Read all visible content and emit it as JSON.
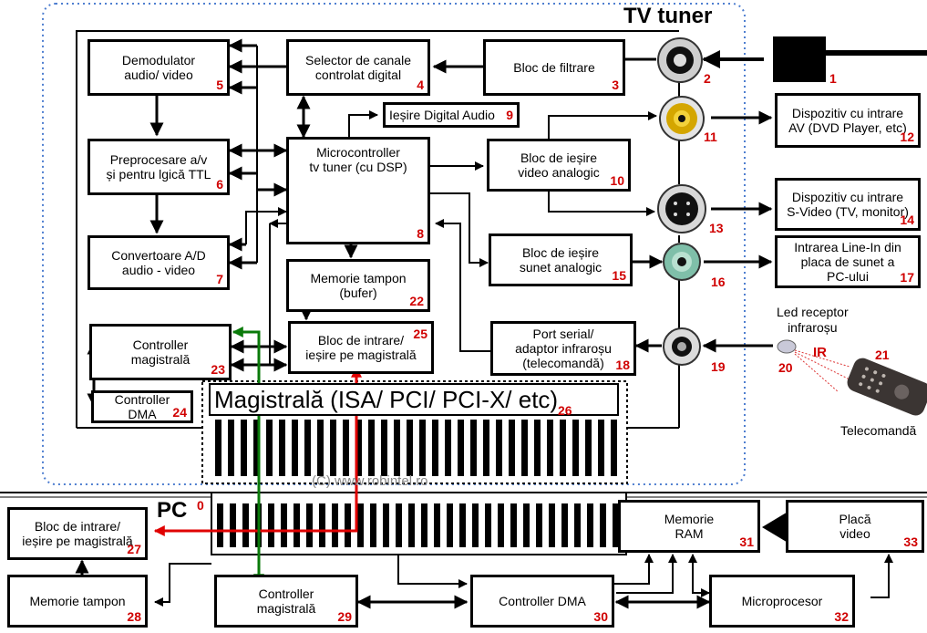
{
  "tv_title": "TV tuner",
  "pc_title": "PC",
  "pc_number": "0",
  "copyright": "(C) www.robintel.ro",
  "bus_label": "Magistrală (ISA/ PCI/ PCI-X/ etc)",
  "bus_number": "26",
  "blocks": {
    "demod": {
      "label": "Demodulator\naudio/ video",
      "num": "5"
    },
    "selector": {
      "label": "Selector de canale\ncontrolat digital",
      "num": "4"
    },
    "filter": {
      "label": "Bloc de filtrare",
      "num": "3"
    },
    "digital_audio": {
      "label": "Ieșire Digital Audio",
      "num": "9"
    },
    "preproc": {
      "label": "Preprocesare a/v\nși pentru lgică TTL",
      "num": "6"
    },
    "micro": {
      "label": "Microcontroller\ntv tuner (cu DSP)",
      "num": "8"
    },
    "video_out": {
      "label": "Bloc de ieșire\nvideo analogic",
      "num": "10"
    },
    "adc": {
      "label": "Convertoare A/D\naudio - video",
      "num": "7"
    },
    "buffer": {
      "label": "Memorie tampon\n(bufer)",
      "num": "22"
    },
    "audio_out": {
      "label": "Bloc de ieșire\nsunet analogic",
      "num": "15"
    },
    "bus_ctrl": {
      "label": "Controller\nmagistrală",
      "num": "23"
    },
    "bus_io": {
      "label": "Bloc de intrare/\nieșire pe magistrală",
      "num": "25"
    },
    "serial": {
      "label": "Port serial/\nadaptor infraroșu\n(telecomandă)",
      "num": "18"
    },
    "dma_tv": {
      "label": "Controller\nDMA",
      "num": "24"
    },
    "dev_av": {
      "label": "Dispozitiv cu intrare\nAV (DVD Player, etc)",
      "num": "12"
    },
    "dev_svideo": {
      "label": "Dispozitiv cu intrare\nS-Video (TV, monitor)",
      "num": "14"
    },
    "line_in": {
      "label": "Intrarea Line-In din\nplaca de sunet a\nPC-ului",
      "num": "17"
    },
    "pc_bus_io": {
      "label": "Bloc de intrare/\nieșire pe magistrală",
      "num": "27"
    },
    "pc_buffer": {
      "label": "Memorie tampon",
      "num": "28"
    },
    "pc_bus_ctrl": {
      "label": "Controller\nmagistrală",
      "num": "29"
    },
    "pc_dma": {
      "label": "Controller DMA",
      "num": "30"
    },
    "ram": {
      "label": "Memorie\nRAM",
      "num": "31"
    },
    "cpu": {
      "label": "Microprocesor",
      "num": "32"
    },
    "video_card": {
      "label": "Placă\nvideo",
      "num": "33"
    }
  },
  "connectors": {
    "antenna": "1",
    "rf": "2",
    "composite": "11",
    "svideo": "13",
    "audio": "16",
    "ir_port": "19"
  },
  "ir": {
    "led_label": "Led receptor\ninfraroșu",
    "led_num": "20",
    "ir_text": "IR",
    "remote_num": "21",
    "remote_label": "Telecomandă"
  }
}
